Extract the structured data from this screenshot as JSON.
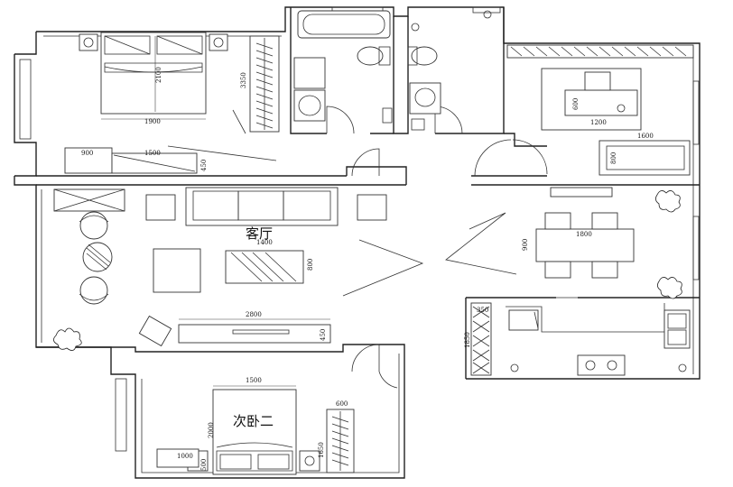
{
  "rooms": {
    "living": "客厅",
    "second_bedroom": "次卧二"
  },
  "dimensions": {
    "master_bed_width": "1900",
    "master_bed_length": "2100",
    "master_wardrobe": "3350",
    "master_desk": "900",
    "master_cabinet": "1500",
    "master_cabinet_depth": "450",
    "study_desk_width": "1200",
    "study_desk_depth": "600",
    "study_sofa": "1600",
    "study_sofa_depth": "800",
    "coffee_table_width": "1400",
    "coffee_table_depth": "800",
    "tv_cabinet": "2800",
    "tv_cabinet_depth": "450",
    "dining_table": "1800",
    "dining_table_depth": "900",
    "kitchen_counter_depth": "350",
    "kitchen_counter_length": "1850",
    "second_bed_width": "1500",
    "second_bed_length": "2000",
    "second_wardrobe_depth": "600",
    "second_wardrobe_length": "1650",
    "second_desk": "1000",
    "second_desk_depth": "500"
  },
  "colors": {
    "line": "#222222",
    "background": "#ffffff"
  }
}
